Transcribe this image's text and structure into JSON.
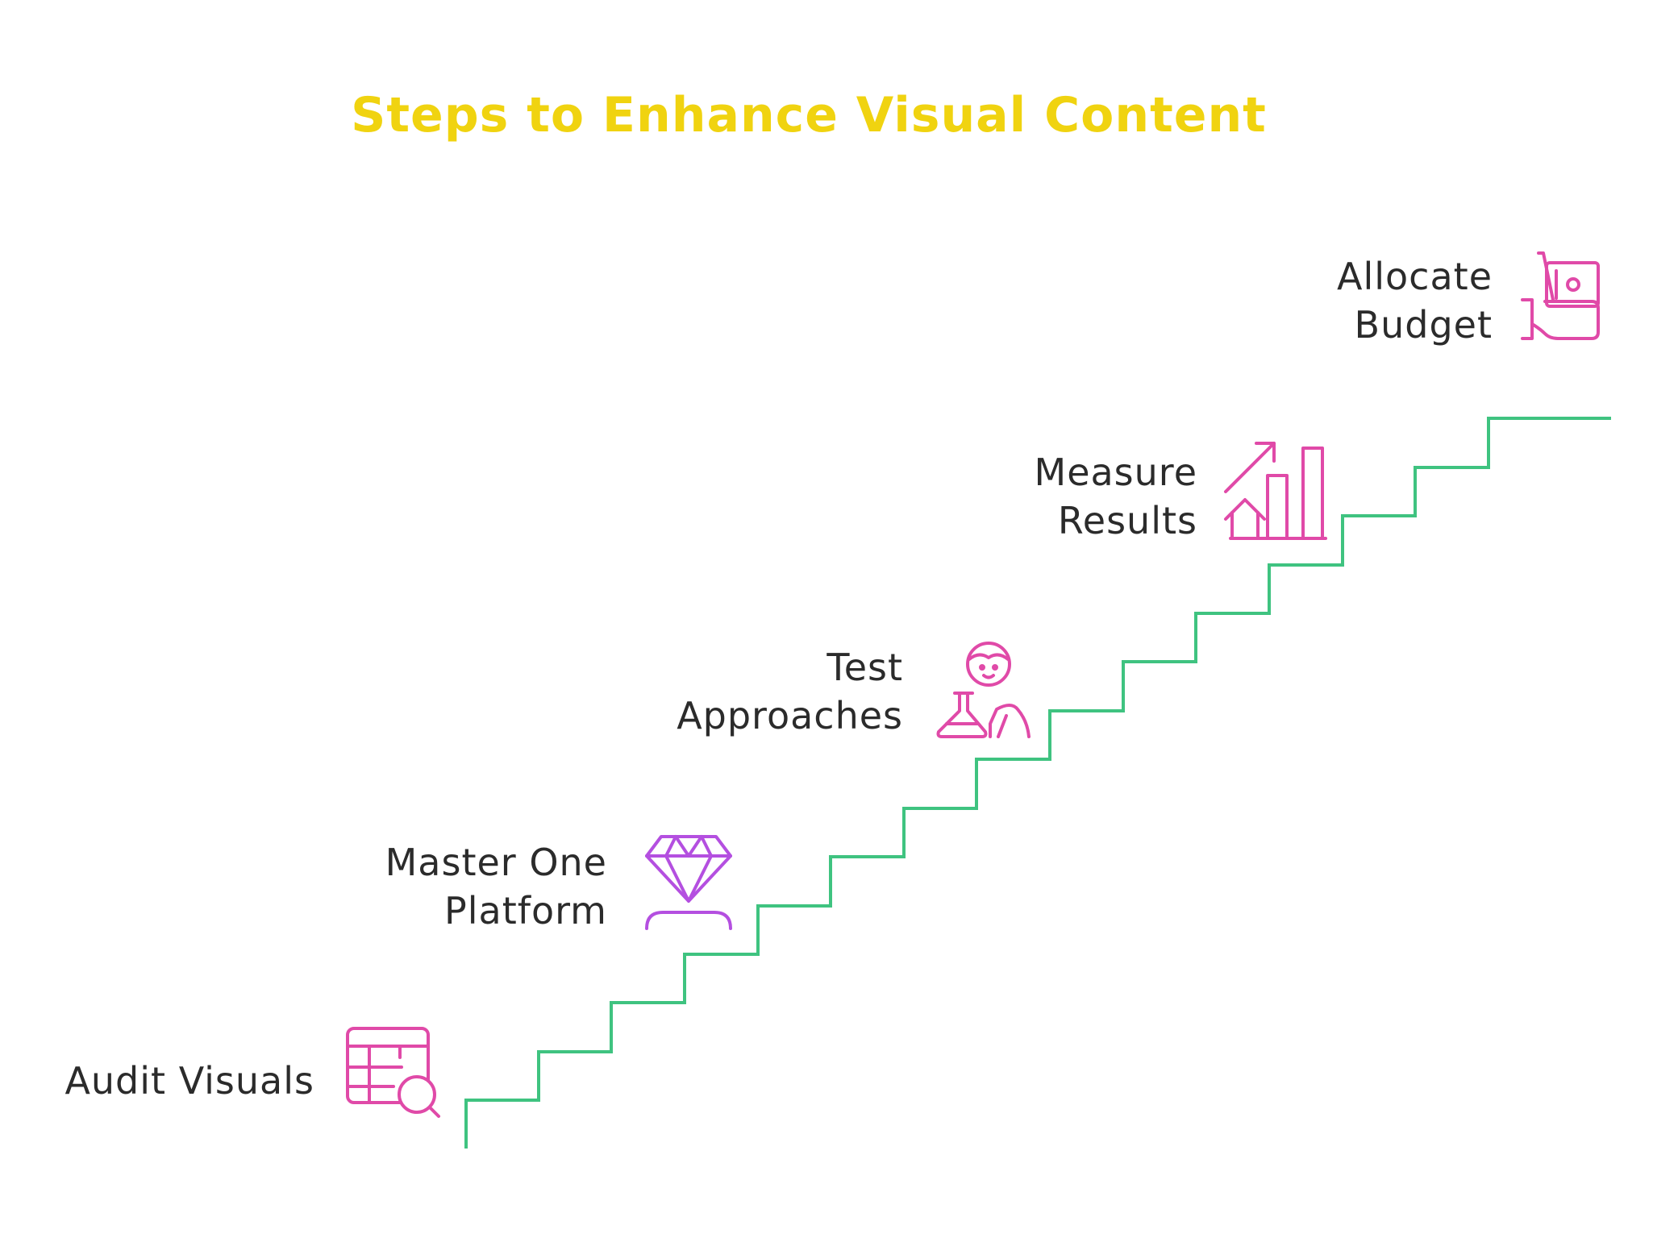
{
  "title": "Steps to Enhance Visual Content",
  "colors": {
    "title": "#f0d310",
    "stairs": "#3fc380",
    "icon_pink": "#e04aa8",
    "icon_purple": "#b44fe0",
    "text": "#2b2b2b"
  },
  "steps": [
    {
      "lines": [
        "Audit Visuals"
      ],
      "icon": "table-search-icon"
    },
    {
      "lines": [
        "Master One",
        "Platform"
      ],
      "icon": "diamond-person-icon"
    },
    {
      "lines": [
        "Test",
        "Approaches"
      ],
      "icon": "scientist-flask-icon"
    },
    {
      "lines": [
        "Measure",
        "Results"
      ],
      "icon": "growth-chart-icon"
    },
    {
      "lines": [
        "Allocate",
        "Budget"
      ],
      "icon": "hand-money-icon"
    }
  ]
}
